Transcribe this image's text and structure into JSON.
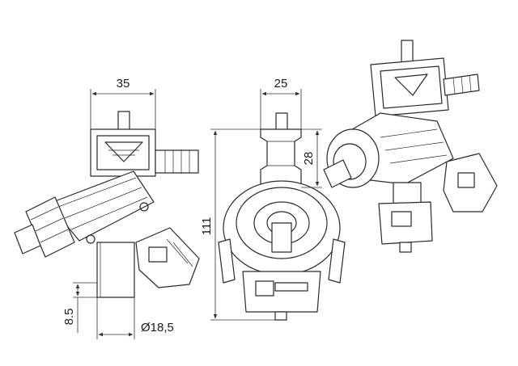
{
  "dimensions": {
    "front_width": "35",
    "side_width": "25",
    "side_upper_height": "28",
    "overall_height": "111",
    "stem_length": "8.5",
    "stem_diameter": "Ø18,5"
  },
  "colors": {
    "line": "#2a2a2a",
    "background": "#ffffff"
  }
}
